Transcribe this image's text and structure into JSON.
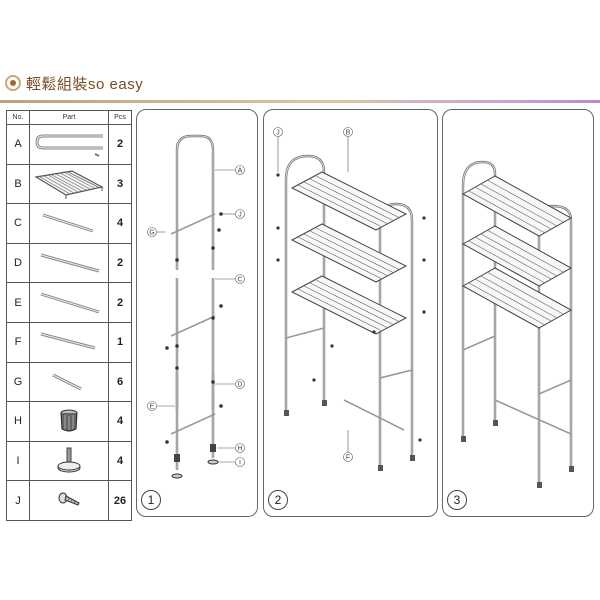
{
  "header": {
    "title": "輕鬆組裝so easy"
  },
  "parts_table": {
    "columns": [
      "No.",
      "Part",
      "Pcs"
    ],
    "rows": [
      {
        "no": "A",
        "pcs": "2",
        "icon": "u-frame-icon"
      },
      {
        "no": "B",
        "pcs": "3",
        "icon": "wire-shelf-icon"
      },
      {
        "no": "C",
        "pcs": "4",
        "icon": "long-tube-icon"
      },
      {
        "no": "D",
        "pcs": "2",
        "icon": "long-tube-icon"
      },
      {
        "no": "E",
        "pcs": "2",
        "icon": "long-tube-icon"
      },
      {
        "no": "F",
        "pcs": "1",
        "icon": "crossbar-icon"
      },
      {
        "no": "G",
        "pcs": "6",
        "icon": "short-rod-icon"
      },
      {
        "no": "H",
        "pcs": "4",
        "icon": "foot-cap-icon"
      },
      {
        "no": "I",
        "pcs": "4",
        "icon": "leveling-foot-icon"
      },
      {
        "no": "J",
        "pcs": "26",
        "icon": "screw-icon"
      }
    ]
  },
  "steps": [
    {
      "number": "1",
      "labels": [
        "A",
        "J",
        "G",
        "C",
        "E",
        "D",
        "H",
        "I"
      ]
    },
    {
      "number": "2",
      "labels": [
        "J",
        "B",
        "F"
      ]
    },
    {
      "number": "3",
      "labels": []
    }
  ]
}
